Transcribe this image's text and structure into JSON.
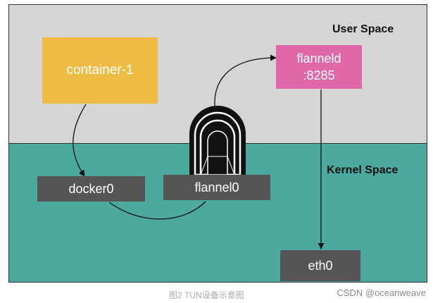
{
  "regions": {
    "user_space": "User Space",
    "kernel_space": "Kernel Space"
  },
  "nodes": {
    "container": "container-1",
    "flanneld_line1": "flanneld",
    "flanneld_line2": ":8285",
    "docker0": "docker0",
    "flannel0": "flannel0",
    "eth0": "eth0"
  },
  "caption": "图2 TUN设备示意图",
  "watermark": "CSDN @oceanweave",
  "colors": {
    "user_space_bg": "#d5d5d5",
    "kernel_space_bg": "#4ba99d",
    "container_fill": "#eebc45",
    "flanneld_fill": "#e067a8",
    "device_fill": "#555555"
  },
  "icons": [
    "tunnel-icon"
  ]
}
